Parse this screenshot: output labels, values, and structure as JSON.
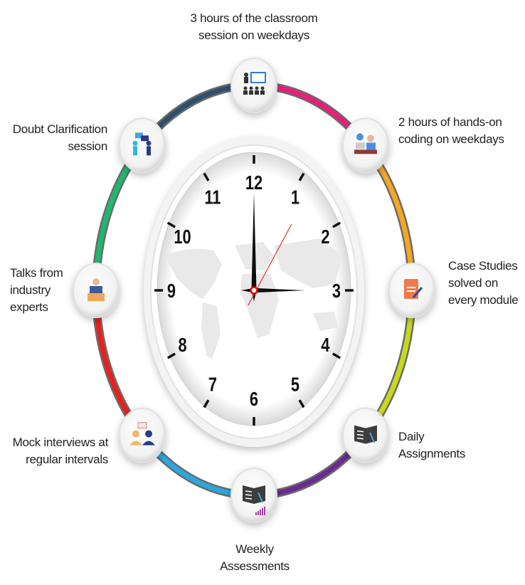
{
  "title": "Daily schedule clock",
  "activities": [
    {
      "id": "classroom",
      "label": "3 hours of the classroom session on weekdays",
      "line1": "3 hours of the classroom",
      "line2": "session on weekdays",
      "line3": "",
      "icon": "presentation-icon",
      "color": "#e91e7a"
    },
    {
      "id": "coding",
      "label": "2 hours of hands-on coding on weekdays",
      "line1": "2 hours of hands-on",
      "line2": "coding on weekdays",
      "line3": "",
      "icon": "computer-user-icon",
      "color": "#f5a623"
    },
    {
      "id": "case",
      "label": "Case Studies solved on every module",
      "line1": "Case Studies",
      "line2": "solved on",
      "line3": "every module",
      "icon": "document-sign-icon",
      "color": "#c9d81c"
    },
    {
      "id": "daily",
      "label": "Daily Assignments",
      "line1": "Daily",
      "line2": "Assignments",
      "line3": "",
      "icon": "open-book-icon",
      "color": "#6a2c91"
    },
    {
      "id": "weekly",
      "label": "Weekly Assessments",
      "line1": "Weekly",
      "line2": "Assessments",
      "line3": "",
      "icon": "book-chart-icon",
      "color": "#29a8e0"
    },
    {
      "id": "mock",
      "label": "Mock interviews at regular intervals",
      "line1": "Mock interviews at",
      "line2": "regular intervals",
      "line3": "",
      "icon": "interview-icon",
      "color": "#e82020"
    },
    {
      "id": "talks",
      "label": "Talks from industry experts",
      "line1": "Talks from",
      "line2": "industry",
      "line3": "experts",
      "icon": "speaker-podium-icon",
      "color": "#1db870"
    },
    {
      "id": "doubt",
      "label": "Doubt Clarification session",
      "line1": "Doubt Clarification",
      "line2": "session",
      "line3": "",
      "icon": "discussion-icon",
      "color": "#2e4f6e"
    }
  ],
  "clock": {
    "numbers": [
      "12",
      "1",
      "2",
      "3",
      "4",
      "5",
      "6",
      "7",
      "8",
      "9",
      "10",
      "11"
    ],
    "time": {
      "hour": 3,
      "minute": 0,
      "second": 7
    }
  }
}
